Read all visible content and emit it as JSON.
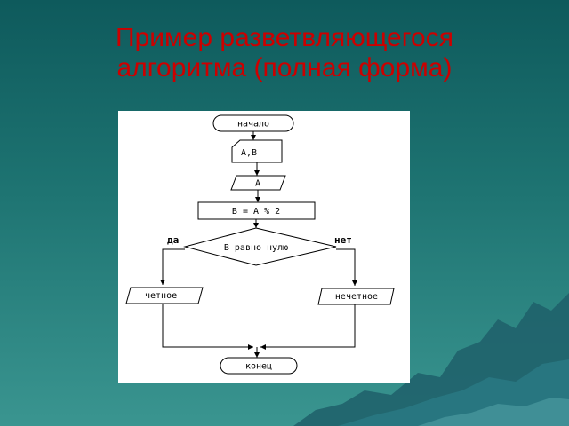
{
  "slide": {
    "title_line1": "Пример разветвляющегося",
    "title_line2": "алгоритма (полная форма)"
  },
  "flowchart": {
    "start": "начало",
    "input": "A,B",
    "output_a": "A",
    "assign": "B = A % 2",
    "condition": "B равно нулю",
    "yes_label": "да",
    "no_label": "нет",
    "yes_output": "четное",
    "no_output": "нечетное",
    "end": "конец"
  },
  "colors": {
    "title": "#cc0000",
    "background_top": "#0e5a5c",
    "background_bottom": "#3a9590",
    "panel": "#ffffff",
    "lines": "#000000"
  }
}
